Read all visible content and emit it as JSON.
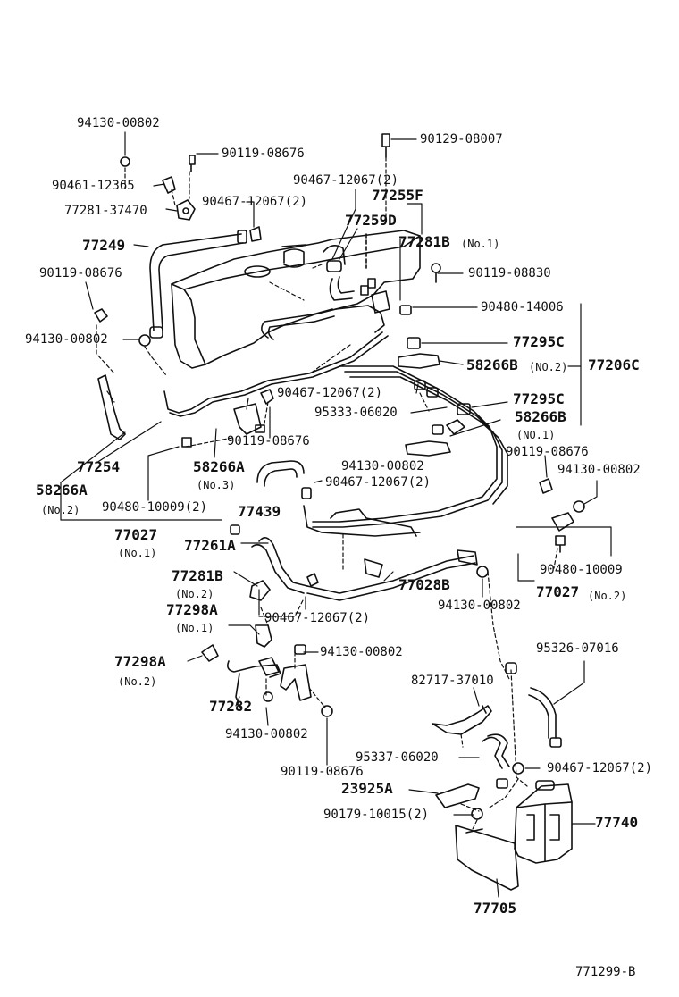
{
  "parts": {
    "p94130_00802_a": "94130-00802",
    "p90119_08676_a": "90119-08676",
    "p90461_12365": "90461-12365",
    "p77281_37470": "77281-37470",
    "p90467_12067_a": "90467-12067(2)",
    "p77249": "77249",
    "p90119_08676_b": "90119-08676",
    "p94130_00802_b": "94130-00802",
    "p90129_08007": "90129-08007",
    "p90467_12067_b": "90467-12067(2)",
    "p77255F": "77255F",
    "p77259D": "77259D",
    "p77281B_1": "77281B",
    "p77281B_1_sub": "(No.1)",
    "p90119_08830": "90119-08830",
    "p90480_14006": "90480-14006",
    "p77295C_a": "77295C",
    "p58266B_2": "58266B",
    "p58266B_2_sub": "(NO.2)",
    "p77206C": "77206C",
    "p90467_12067_c": "90467-12067(2)",
    "p95333_06020": "95333-06020",
    "p77295C_b": "77295C",
    "p58266B_1": "58266B",
    "p58266B_1_sub": "(NO.1)",
    "p90119_08676_c": "90119-08676",
    "p90119_08676_d": "90119-08676",
    "p94130_00802_c": "94130-00802",
    "p94130_00802_d": "94130-00802",
    "p77254": "77254",
    "p58266A_3": "58266A",
    "p58266A_3_sub": "(No.3)",
    "p58266A_2": "58266A",
    "p58266A_2_sub": "(No.2)",
    "p90480_10009_a": "90480-10009(2)",
    "p90467_12067_d": "90467-12067(2)",
    "p77439": "77439",
    "p77027_1": "77027",
    "p77027_1_sub": "(No.1)",
    "p77261A": "77261A",
    "p90480_10009_b": "90480-10009",
    "p77027_2": "77027",
    "p77027_2_sub": "(No.2)",
    "p77281B_2": "77281B",
    "p77281B_2_sub": "(No.2)",
    "p77028B": "77028B",
    "p94130_00802_e": "94130-00802",
    "p77298A_1": "77298A",
    "p77298A_1_sub": "(No.1)",
    "p90467_12067_e": "90467-12067(2)",
    "p94130_00802_f": "94130-00802",
    "p95326_07016": "95326-07016",
    "p77298A_2": "77298A",
    "p77298A_2_sub": "(No.2)",
    "p82717_37010": "82717-37010",
    "p77282": "77282",
    "p94130_00802_g": "94130-00802",
    "p95337_06020": "95337-06020",
    "p90467_12067_f": "90467-12067(2)",
    "p90119_08676_e": "90119-08676",
    "p23925A": "23925A",
    "p90179_10015": "90179-10015(2)",
    "p77740": "77740",
    "p77705": "77705"
  },
  "figure_code": "771299-B"
}
